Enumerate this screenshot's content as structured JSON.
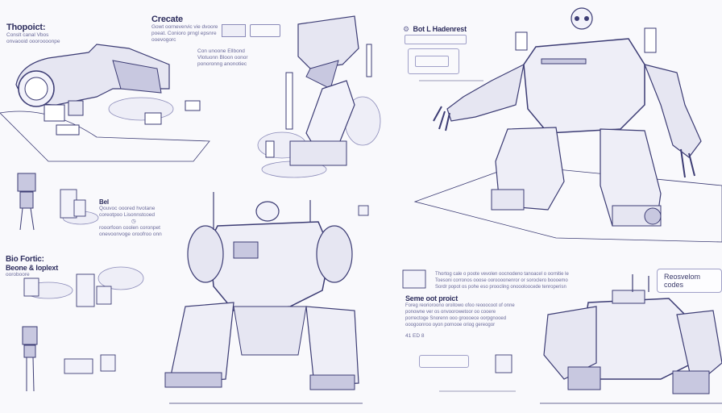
{
  "sections": {
    "top_left": {
      "title": "Thopoict:",
      "lines": [
        "Conslt canal Vbos",
        "onvaooid oooroooonpe"
      ]
    },
    "create": {
      "title": "Crecate",
      "lines": [
        "Gowt oornevervic vie dvoore",
        "poeat. Conioro prngl epsnre",
        "ooevogorc"
      ],
      "note_lines": [
        "Con unoone Ellbond",
        "Vlotuonn Bloon oonor",
        "ponoronng anonotiec"
      ]
    },
    "bot_header": {
      "title": "Bot L Hadenrest"
    },
    "mid_left": {
      "title": "Bel",
      "lines": [
        "Qouvoc ooored hvotane",
        "coreotpoo Lisonnstcoed",
        "rooorfoon coolen coronpet",
        "onevoonvoge oroofroo onn"
      ]
    },
    "bio": {
      "title": "Bio Fortic:",
      "subtitle": "Beone & Ioplext",
      "lines": [
        "ooroboore"
      ]
    },
    "description": {
      "lines": [
        "Thortog cale o poote vevolen oocnodeno tanoacel o oornitie le",
        "Toesoni corronos ooose ooroooonenror or soroclero boooemo",
        "Sordr popot os pohe eso proocling onoooloocede tenroperisn"
      ]
    },
    "some_bot_project": {
      "title": "Seme oot proict",
      "lines": [
        "Foreg reorioroono oroitowo ofoo reooocoot of onne",
        "ponowne ver os onvoorowetoor oo cooere",
        "porrectoge Snorenn ooo groooece oorpgnooed",
        "ooogoonroo oyon pornooe oriog gereogor"
      ],
      "footer": "41 ED 8"
    },
    "callout": {
      "label": "Reosvelom codes"
    }
  },
  "icons": [
    "gear-icon",
    "document-icon",
    "window-icon",
    "clock-icon",
    "lock-icon",
    "camera-icon"
  ],
  "colors": {
    "background": "#f9f9fc",
    "ink": "#3c3c74",
    "shade": "#c8c8e0",
    "light": "#e6e6f2"
  }
}
